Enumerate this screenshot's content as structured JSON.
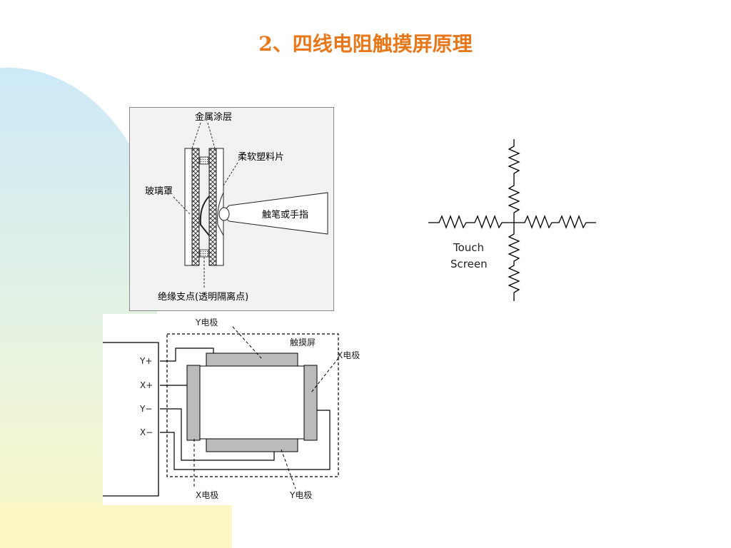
{
  "slide": {
    "title": "2、四线电阻触摸屏原理",
    "colors": {
      "title": "#e8771a",
      "bg_gradient_top": "#cde9f7",
      "bg_gradient_bottom": "#fbf7c4"
    }
  },
  "cross_section": {
    "label_metal_coating": "金属涂层",
    "label_plastic_sheet": "柔软塑料片",
    "label_glass_cover": "玻璃罩",
    "label_stylus": "触笔或手指",
    "label_insulating_dots": "绝缘支点(透明隔离点)"
  },
  "resistor_network": {
    "label_line1": "Touch",
    "label_line2": "Screen"
  },
  "wiring_diagram": {
    "label_y_electrode_top": "Y电极",
    "label_touch_screen": "触摸屏",
    "label_x_electrode_right": "X电极",
    "label_x_electrode_bottom": "X电极",
    "label_y_electrode_bottom": "Y电极",
    "terminals": [
      "Y+",
      "X+",
      "Y−",
      "X−"
    ]
  }
}
